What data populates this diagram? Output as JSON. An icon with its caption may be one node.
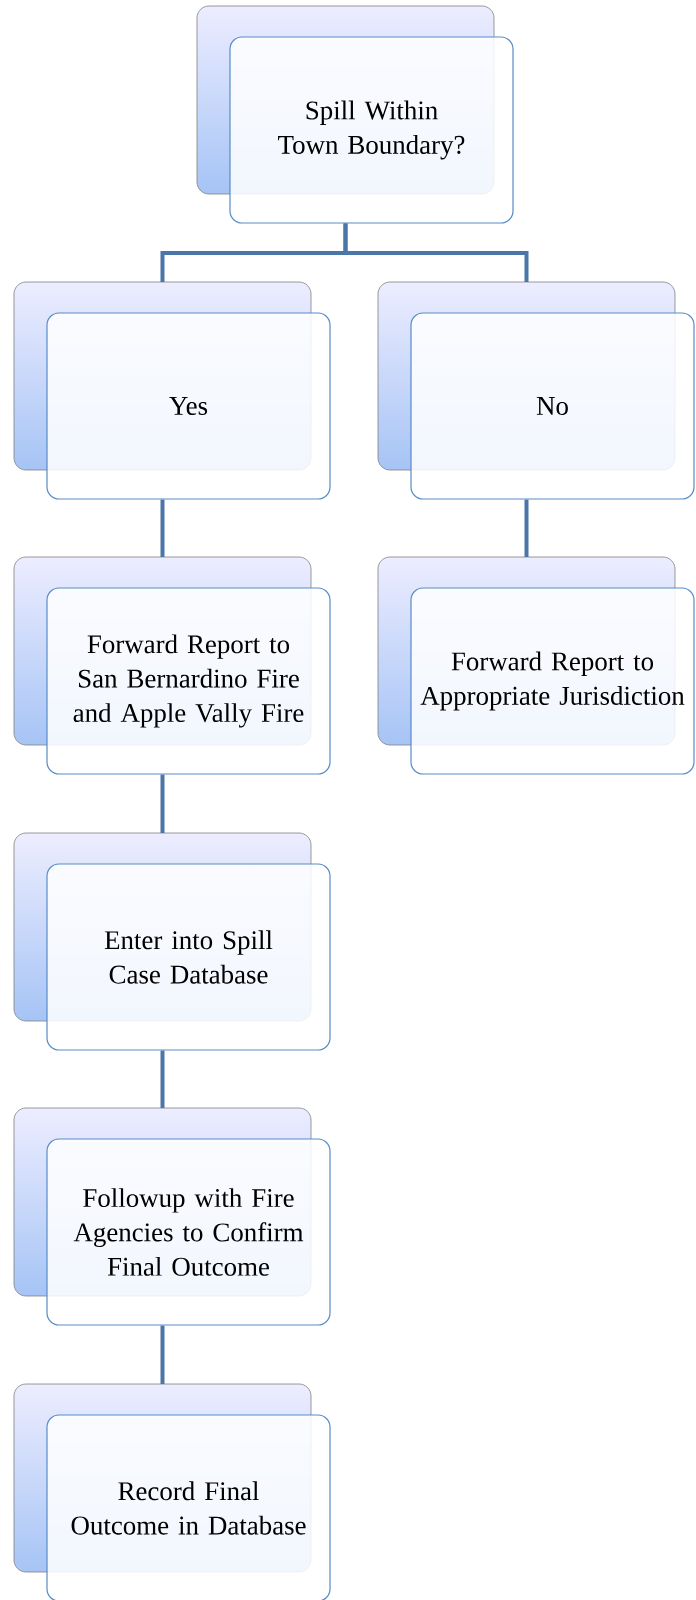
{
  "diagram": {
    "nodes": [
      {
        "text": [
          "Spill Within Town Boundary?"
        ]
      },
      {
        "text": [
          "Yes"
        ]
      },
      {
        "text": [
          "No"
        ]
      },
      {
        "text": [
          "Forward Report to San Bernardino Fire and Apple Vally Fire"
        ]
      },
      {
        "text": [
          "Forward Report to Appropriate Jurisdiction"
        ]
      },
      {
        "text": [
          "Enter into Spill Case Database"
        ]
      },
      {
        "text": [
          "Followup with Fire Agencies to Confirm Final Outcome"
        ]
      },
      {
        "text": [
          "Record Final Outcome in Database"
        ]
      }
    ],
    "edges": [
      {
        "from": 0,
        "to": 1,
        "arrow": "none"
      },
      {
        "from": 0,
        "to": 2,
        "arrow": "none"
      },
      {
        "from": 1,
        "to": 3,
        "arrow": "none"
      },
      {
        "from": 2,
        "to": 4,
        "arrow": "none"
      },
      {
        "from": 3,
        "to": 5,
        "arrow": "none"
      },
      {
        "from": 5,
        "to": 6,
        "arrow": "none"
      },
      {
        "from": 6,
        "to": 7,
        "arrow": "none"
      }
    ]
  }
}
